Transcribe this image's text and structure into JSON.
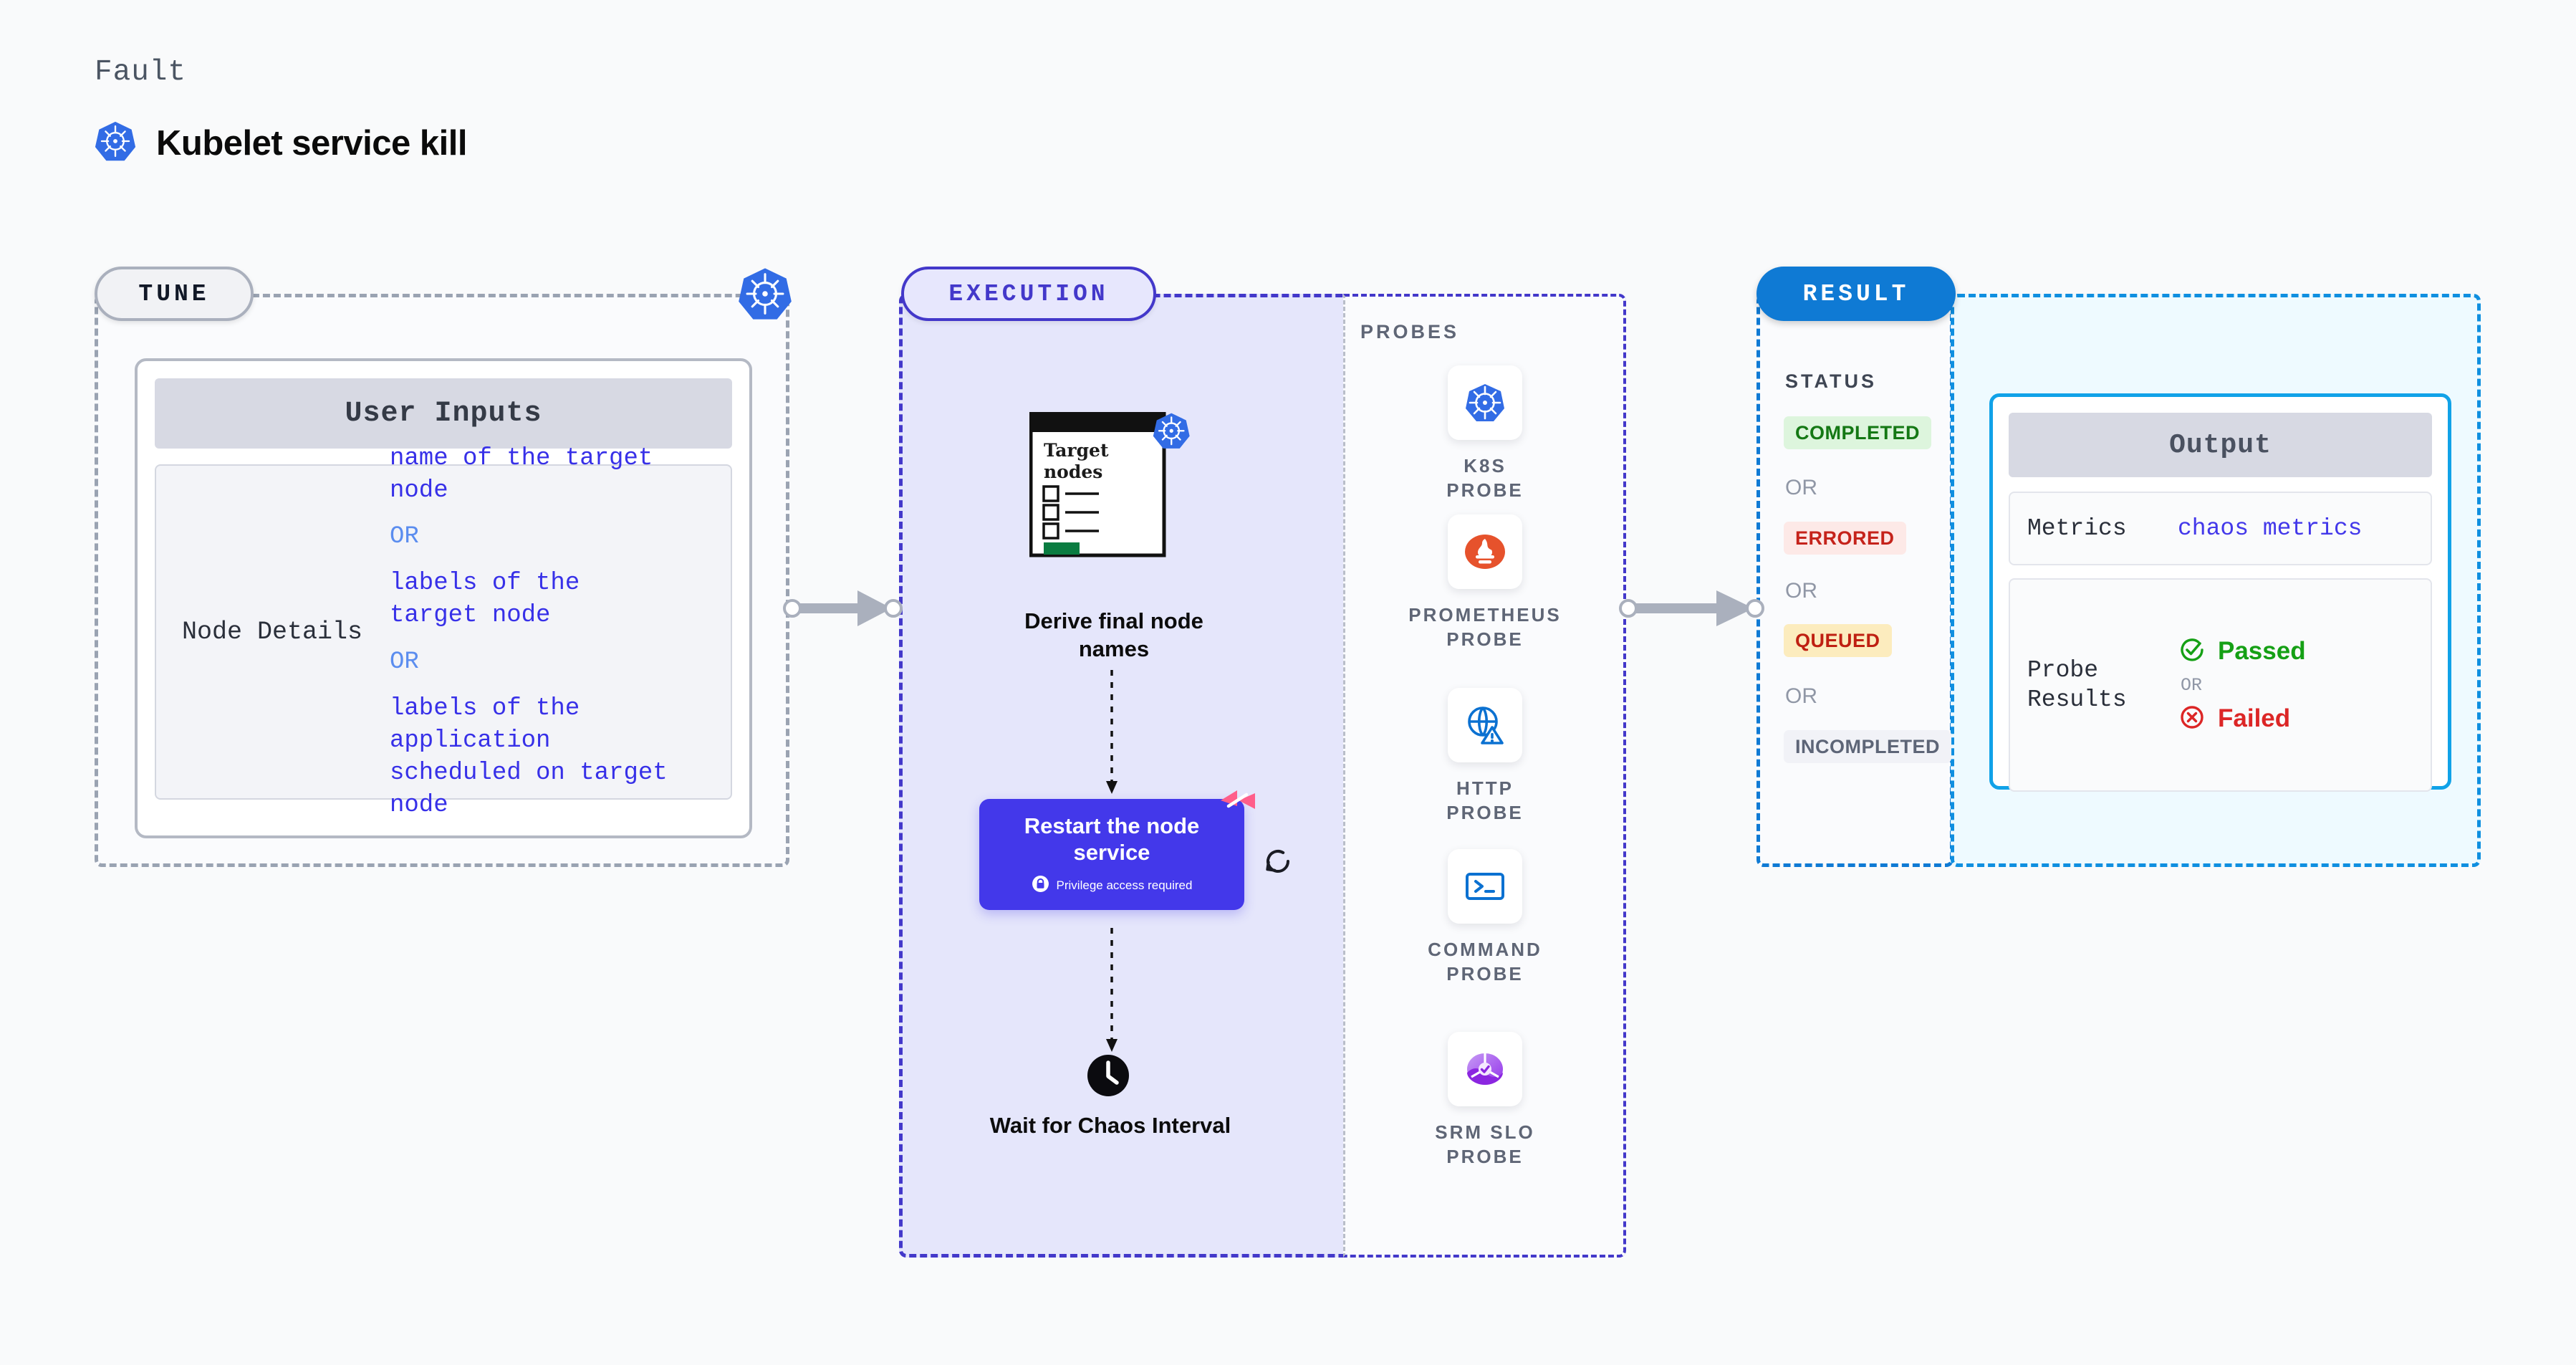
{
  "header": {
    "eyebrow": "Fault",
    "title": "Kubelet service kill",
    "logo_icon": "kubernetes-icon"
  },
  "tune": {
    "pill_label": "TUNE",
    "badge_icon": "kubernetes-icon",
    "card": {
      "header": "User Inputs",
      "rows": [
        {
          "key": "Node Details",
          "values": [
            "name of the target\nnode",
            "labels of the\ntarget node",
            "labels of the application\n scheduled on target node"
          ],
          "separator": "OR"
        }
      ]
    }
  },
  "execution": {
    "pill_label": "EXECUTION",
    "steps": [
      {
        "id": "derive",
        "illustration": "target-nodes-checklist",
        "illustration_title": "Target\nnodes",
        "badge_icon": "kubernetes-icon",
        "label": "Derive final node names"
      },
      {
        "id": "restart",
        "label": "Restart the node service",
        "privilege_note": "Privilege access required",
        "privilege_icon": "lock-icon",
        "brand_icon": "harness-icon",
        "retry_icon": "retry-loop-icon",
        "color": "#4338ea"
      },
      {
        "id": "wait",
        "icon": "clock-icon",
        "label": "Wait for Chaos Interval"
      }
    ]
  },
  "probes": {
    "section_label": "PROBES",
    "items": [
      {
        "name": "K8S\nPROBE",
        "icon": "kubernetes-icon"
      },
      {
        "name": "PROMETHEUS\nPROBE",
        "icon": "prometheus-icon"
      },
      {
        "name": "HTTP\nPROBE",
        "icon": "http-globe-warning-icon"
      },
      {
        "name": "COMMAND\nPROBE",
        "icon": "terminal-prompt-icon"
      },
      {
        "name": "SRM SLO\nPROBE",
        "icon": "srm-slo-donut-icon"
      }
    ]
  },
  "result": {
    "pill_label": "RESULT",
    "status_label": "STATUS",
    "separator": "OR",
    "statuses": [
      {
        "label": "COMPLETED",
        "bg": "#ddf5dd",
        "fg": "#147814"
      },
      {
        "label": "ERRORED",
        "bg": "#fde9e7",
        "fg": "#c5231b"
      },
      {
        "label": "QUEUED",
        "bg": "#fcecbe",
        "fg": "#bf2012"
      },
      {
        "label": "INCOMPLETED",
        "bg": "#f1f2f7",
        "fg": "#5d6577"
      }
    ]
  },
  "output": {
    "header": "Output",
    "metrics_key": "Metrics",
    "metrics_value": "chaos metrics",
    "probe_results_key": "Probe\nResults",
    "probe_passed": "Passed",
    "probe_separator": "OR",
    "probe_failed": "Failed",
    "passed_icon": "check-circle-icon",
    "failed_icon": "x-circle-icon"
  },
  "connectors": [
    {
      "id": "tune-to-execution",
      "icon": "arrow-right-icon"
    },
    {
      "id": "execution-to-result",
      "icon": "arrow-right-icon"
    }
  ],
  "colors": {
    "kubernetes_blue": "#326ce5",
    "execution_purple": "#4338ca",
    "result_blue": "#0f7ad4",
    "output_cyan": "#11a2e8",
    "harness_pink": "#ff5e8a",
    "passed_green": "#15a015",
    "failed_red": "#dc2626"
  }
}
